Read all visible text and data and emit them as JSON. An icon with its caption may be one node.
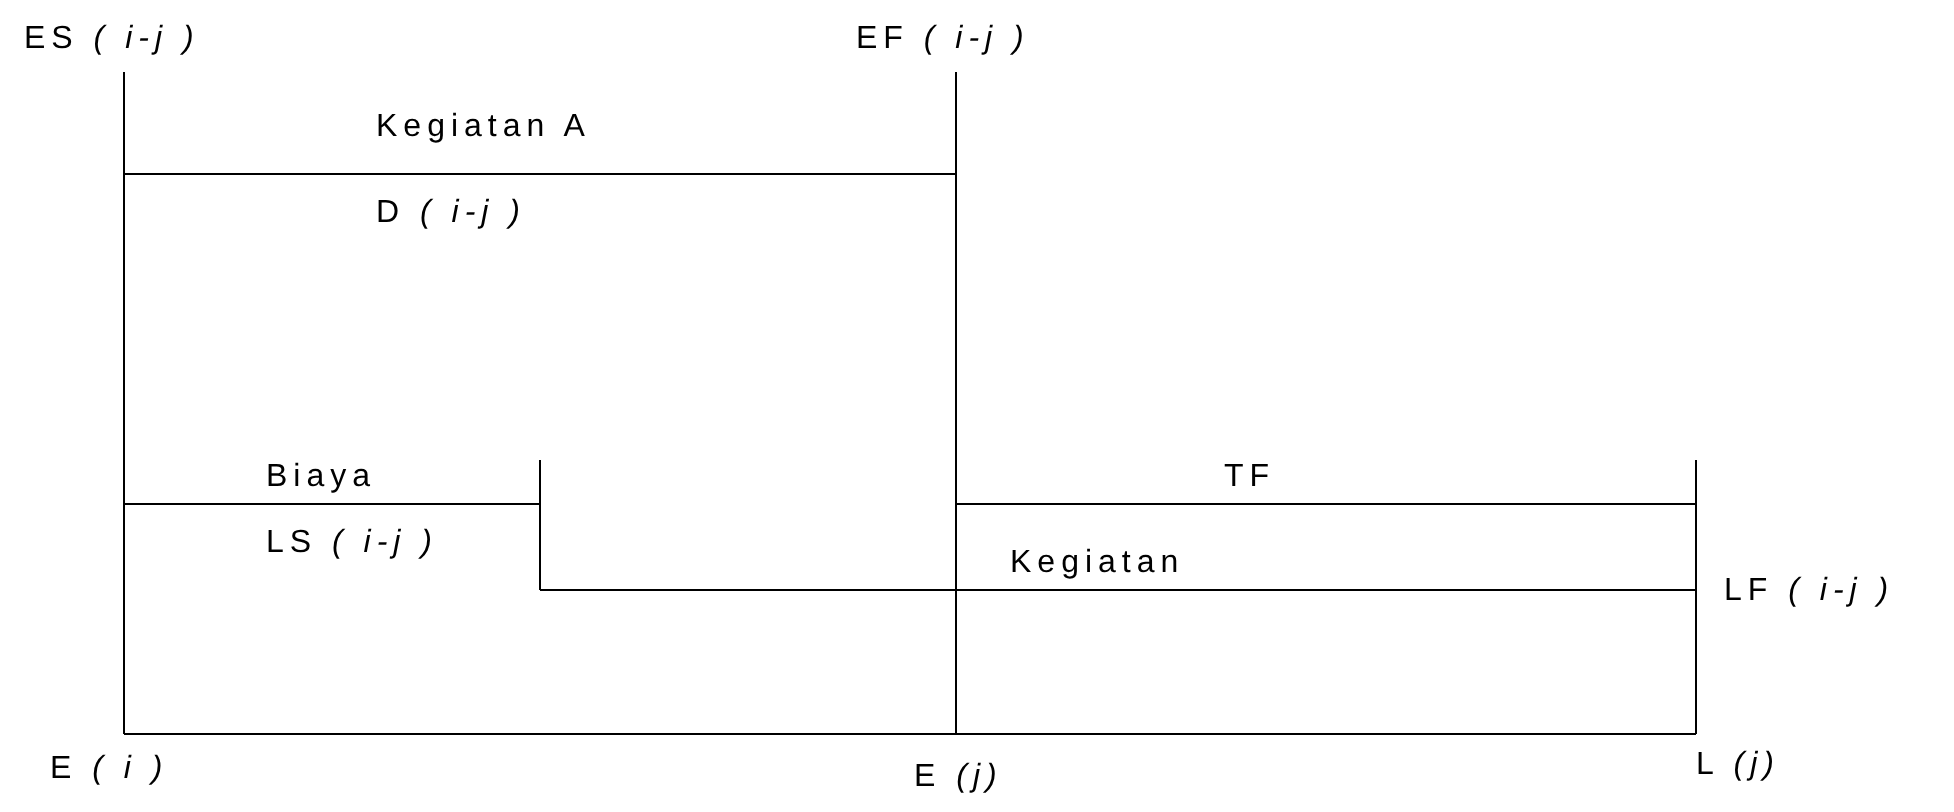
{
  "diagram": {
    "labels": [
      "ES *( i-j )*",
      "EF *( i-j )*",
      "Kegiatan A",
      "D *( i-j )*",
      "Biaya",
      "LS *( i-j )*",
      "TF",
      "Kegiatan",
      "LF *( i-j )*",
      "E *( i )*",
      "E *(j)*",
      "L *(j)*"
    ]
  }
}
